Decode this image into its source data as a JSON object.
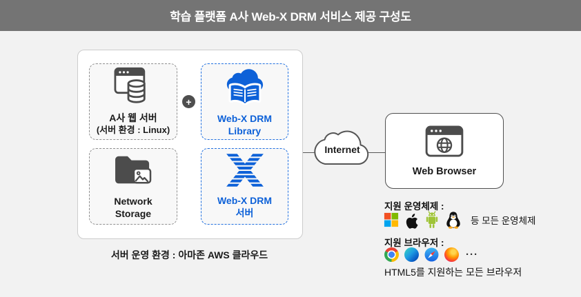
{
  "header": {
    "title": "학습 플랫폼 A사 Web-X DRM 서비스 제공 구성도"
  },
  "server_group": {
    "web_server": {
      "title": "A사 웹 서버",
      "subtitle": "(서버 환경 : Linux)"
    },
    "drm_library": {
      "title": "Web-X DRM\nLibrary"
    },
    "network_storage": {
      "title": "Network\nStorage"
    },
    "drm_server": {
      "title": "Web-X DRM\n서버"
    },
    "plus_badge": "+",
    "caption": "서버 운영 환경 : 아마존 AWS 클라우드"
  },
  "network": {
    "internet_label": "Internet"
  },
  "client": {
    "browser_box_label": "Web Browser",
    "os_section": {
      "title": "지원 운영체제 :",
      "icons": [
        "windows",
        "apple",
        "android",
        "linux"
      ],
      "suffix": "등 모든 운영체제"
    },
    "browser_section": {
      "title": "지원 브라우저 :",
      "icons": [
        "chrome",
        "edge",
        "safari",
        "firefox"
      ],
      "more": "···",
      "note": "HTML5를 지원하는 모든 브라우저"
    }
  },
  "colors": {
    "accent_blue": "#0d61d8",
    "header_bg": "#747474",
    "icon_gray": "#4c4c4c",
    "windows_colors": [
      "#f25022",
      "#7fba00",
      "#00a4ef",
      "#ffb900"
    ],
    "android_green": "#9fc437"
  }
}
